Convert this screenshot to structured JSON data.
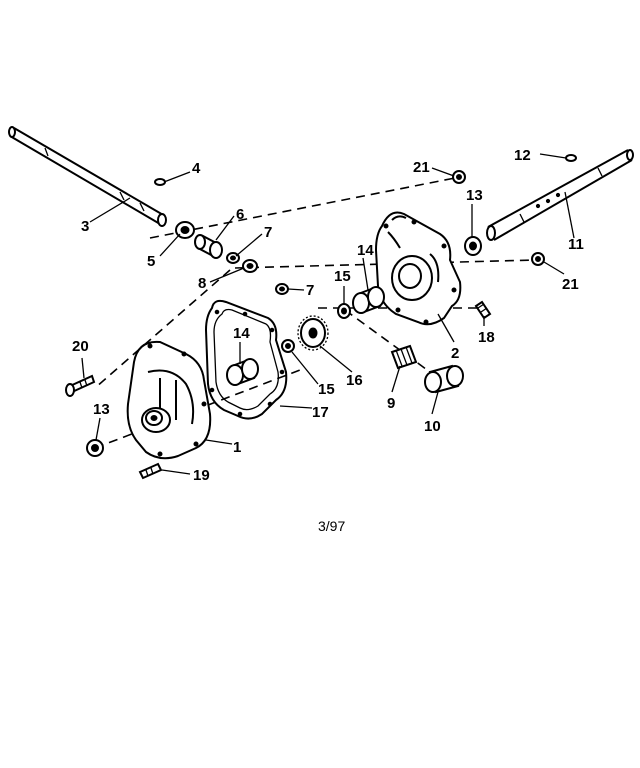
{
  "labels": {
    "l1": "1",
    "l2": "2",
    "l3": "3",
    "l4": "4",
    "l5": "5",
    "l6": "6",
    "l7a": "7",
    "l7b": "7",
    "l8": "8",
    "l9": "9",
    "l10": "10",
    "l11": "11",
    "l12": "12",
    "l13a": "13",
    "l13b": "13",
    "l14a": "14",
    "l14b": "14",
    "l15a": "15",
    "l15b": "15",
    "l16": "16",
    "l17": "17",
    "l18": "18",
    "l19": "19",
    "l20": "20",
    "l21a": "21",
    "l21b": "21"
  },
  "footer": "3/97"
}
